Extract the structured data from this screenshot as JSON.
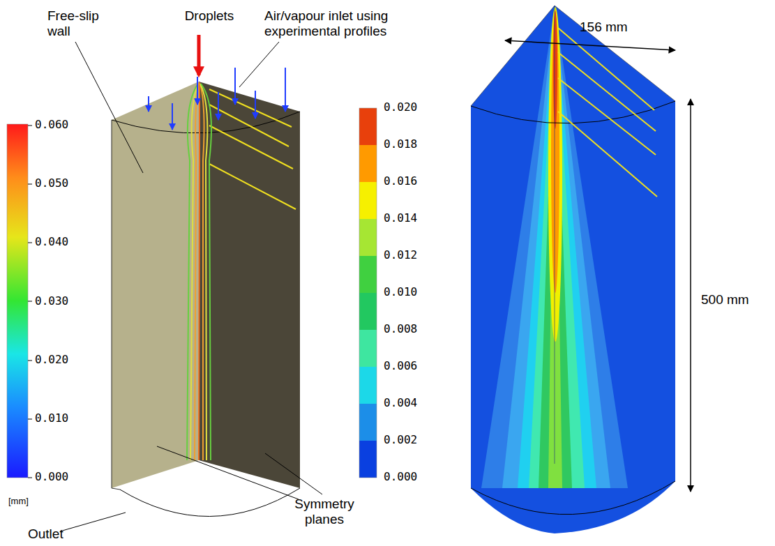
{
  "diagram": {
    "labels": [
      "Free-slip wall",
      "Droplets",
      "Air/vapour inlet using experimental profiles",
      "156 mm",
      "0.060",
      "0.050",
      "0.040",
      "0.030",
      "0.020",
      "0.010",
      "0.000",
      "0.020",
      "0.018",
      "0.016",
      "0.014",
      "0.012",
      "0.010",
      "0.008",
      "0.006",
      "0.004",
      "0.002",
      "0.000",
      "500 mm",
      "[mm]",
      "Outlet",
      "Symmetry planes"
    ]
  }
}
